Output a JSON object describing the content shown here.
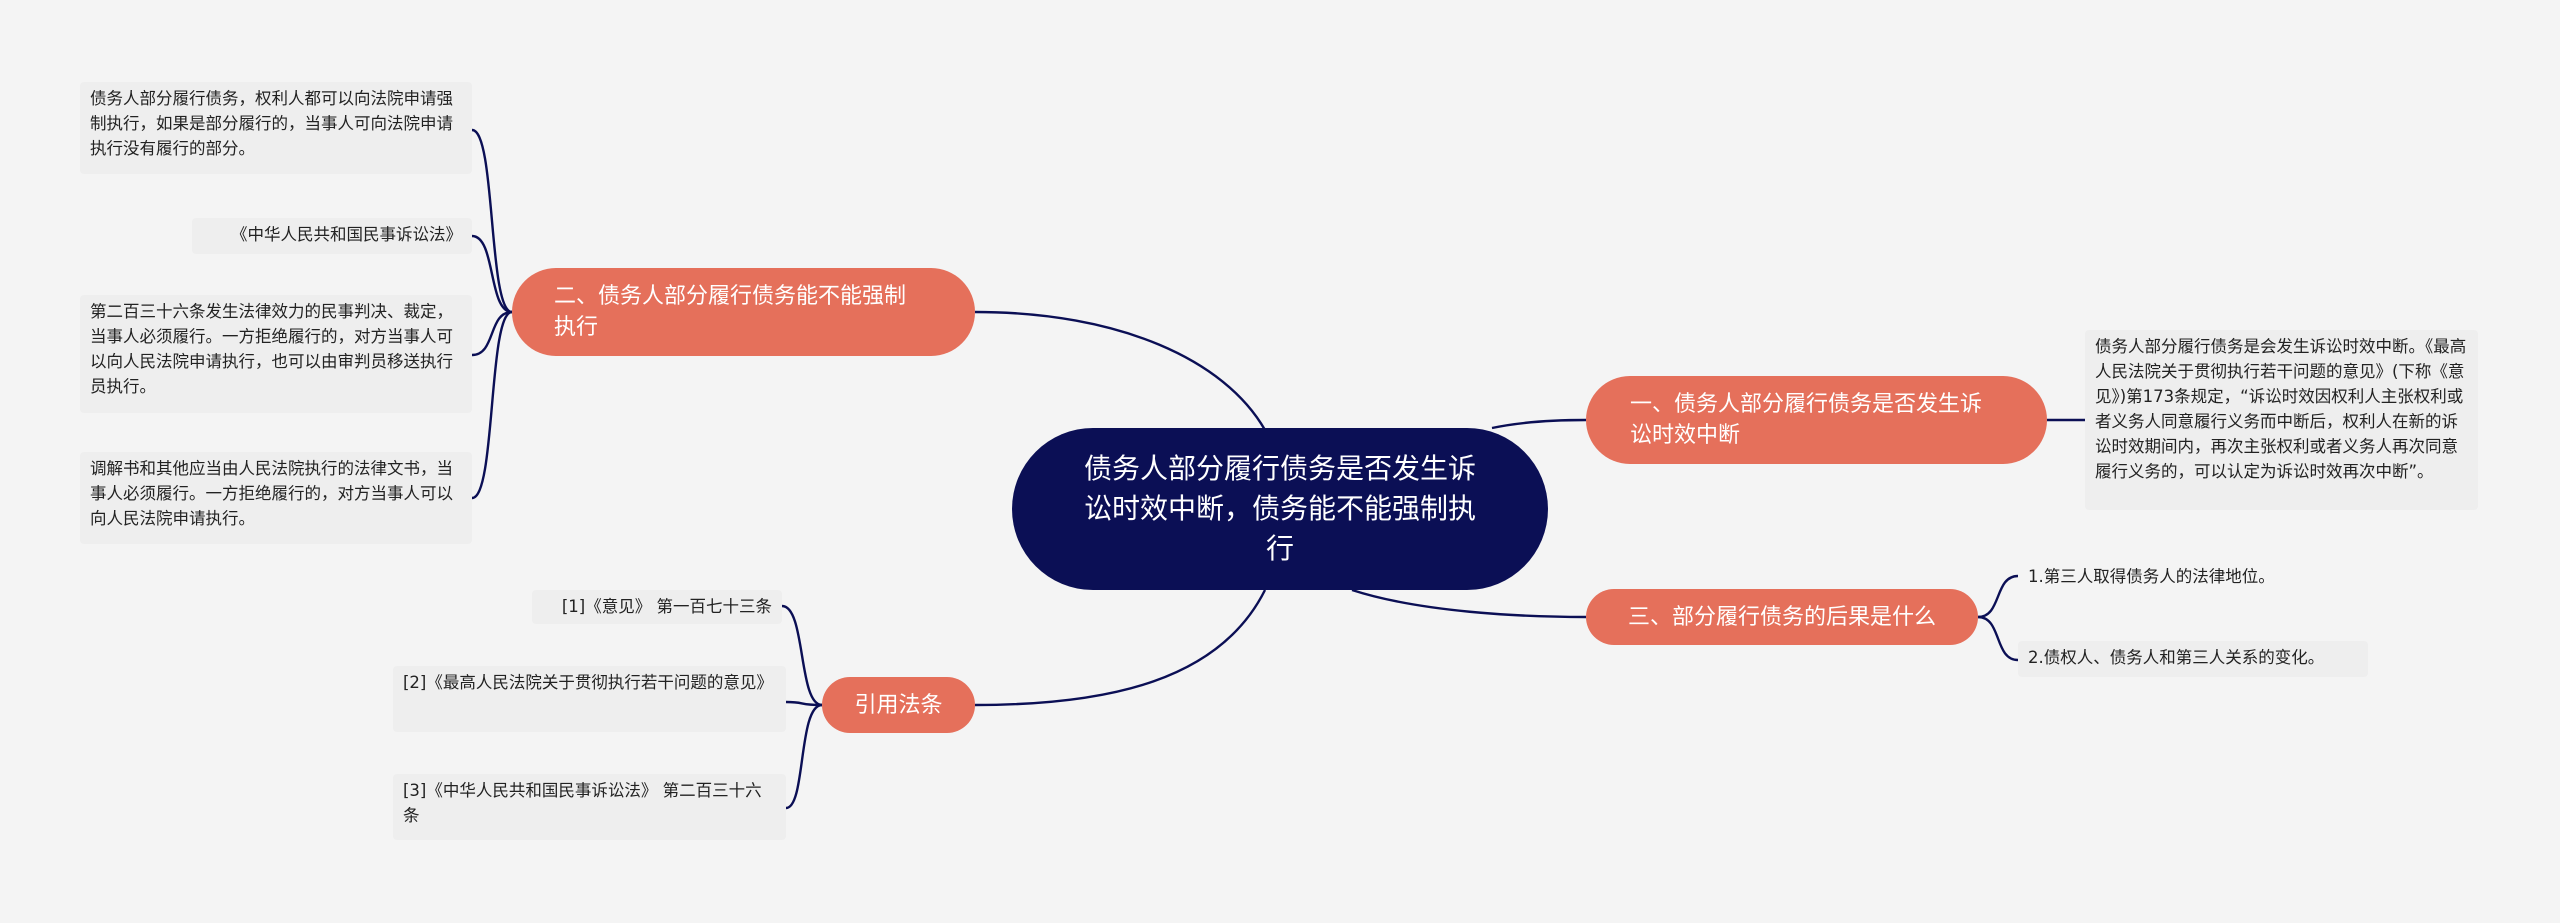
{
  "central": {
    "title": "债务人部分履行债务是否发生诉讼时效中断，债务能不能强制执行"
  },
  "branches": {
    "b1": {
      "label": "一、债务人部分履行债务是否发生诉讼时效中断",
      "leaves": [
        "债务人部分履行债务是会发生诉讼时效中断。《最高人民法院关于贯彻执行若干问题的意见》(下称《意见》)第173条规定，“诉讼时效因权利人主张权利或者义务人同意履行义务而中断后，权利人在新的诉讼时效期间内，再次主张权利或者义务人再次同意履行义务的，可以认定为诉讼时效再次中断”。"
      ]
    },
    "b2": {
      "label": "二、债务人部分履行债务能不能强制执行",
      "leaves": [
        "债务人部分履行债务，权利人都可以向法院申请强制执行，如果是部分履行的，当事人可向法院申请执行没有履行的部分。",
        "《中华人民共和国民事诉讼法》",
        "第二百三十六条发生法律效力的民事判决、裁定，当事人必须履行。一方拒绝履行的，对方当事人可以向人民法院申请执行，也可以由审判员移送执行员执行。",
        "调解书和其他应当由人民法院执行的法律文书，当事人必须履行。一方拒绝履行的，对方当事人可以向人民法院申请执行。"
      ]
    },
    "b3": {
      "label": "三、部分履行债务的后果是什么",
      "leaves": [
        "1.第三人取得债务人的法律地位。",
        "2.债权人、债务人和第三人关系的变化。"
      ]
    },
    "b4": {
      "label": "引用法条",
      "leaves": [
        "[1]《意见》 第一百七十三条",
        "[2]《最高人民法院关于贯彻执行若干问题的意见》",
        "[3]《中华人民共和国民事诉讼法》 第二百三十六条"
      ]
    }
  },
  "colors": {
    "background": "#f4f4f4",
    "central_fill": "#0b0f55",
    "branch_fill": "#e5705b",
    "leaf_fill": "#eeeeee",
    "line": "#0b0f55"
  }
}
